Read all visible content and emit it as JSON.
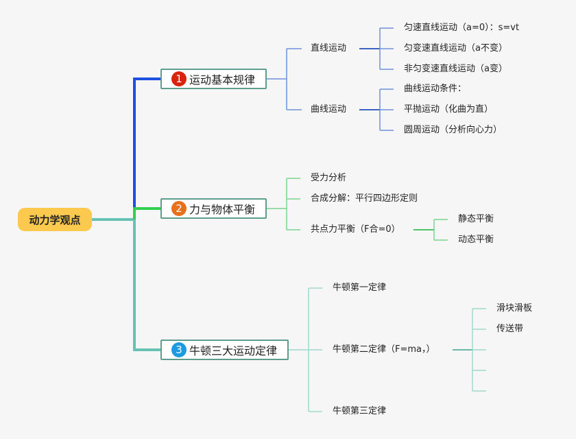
{
  "colors": {
    "root_bg": "#fcc94f",
    "branch1": "#1d4fe0",
    "branch2": "#2fcf4f",
    "branch3": "#66c2b2",
    "sub1": "#6f8fd9",
    "sub2": "#77d68a",
    "sub3": "#9fd8cc"
  },
  "root": {
    "label": "动力学观点"
  },
  "branches": [
    {
      "number": "1",
      "badge_color": "#d9230f",
      "label": "运动基本规律",
      "children": [
        {
          "label": "直线运动",
          "children": [
            {
              "label": "匀速直线运动（a=0）：s=vt"
            },
            {
              "label": "匀变速直线运动（a不变）"
            },
            {
              "label": "非匀变速直线运动（a变）"
            }
          ]
        },
        {
          "label": "曲线运动",
          "children": [
            {
              "label": "曲线运动条件："
            },
            {
              "label": "平抛运动（化曲为直）"
            },
            {
              "label": "圆周运动（分析向心力）"
            }
          ]
        }
      ]
    },
    {
      "number": "2",
      "badge_color": "#e8701a",
      "label": "力与物体平衡",
      "children": [
        {
          "label": "受力分析"
        },
        {
          "label": "合成分解：平行四边形定则"
        },
        {
          "label": "共点力平衡（F合=0）",
          "children": [
            {
              "label": "静态平衡"
            },
            {
              "label": "动态平衡"
            }
          ]
        }
      ]
    },
    {
      "number": "3",
      "badge_color": "#1e9be0",
      "label": "牛顿三大运动定律",
      "children": [
        {
          "label": "牛顿第一定律"
        },
        {
          "label": "牛顿第二定律（F=ma，）",
          "children": [
            {
              "label": "滑块滑板"
            },
            {
              "label": "传送带"
            },
            {
              "label": ""
            },
            {
              "label": ""
            },
            {
              "label": ""
            }
          ]
        },
        {
          "label": "牛顿第三定律"
        }
      ]
    }
  ]
}
